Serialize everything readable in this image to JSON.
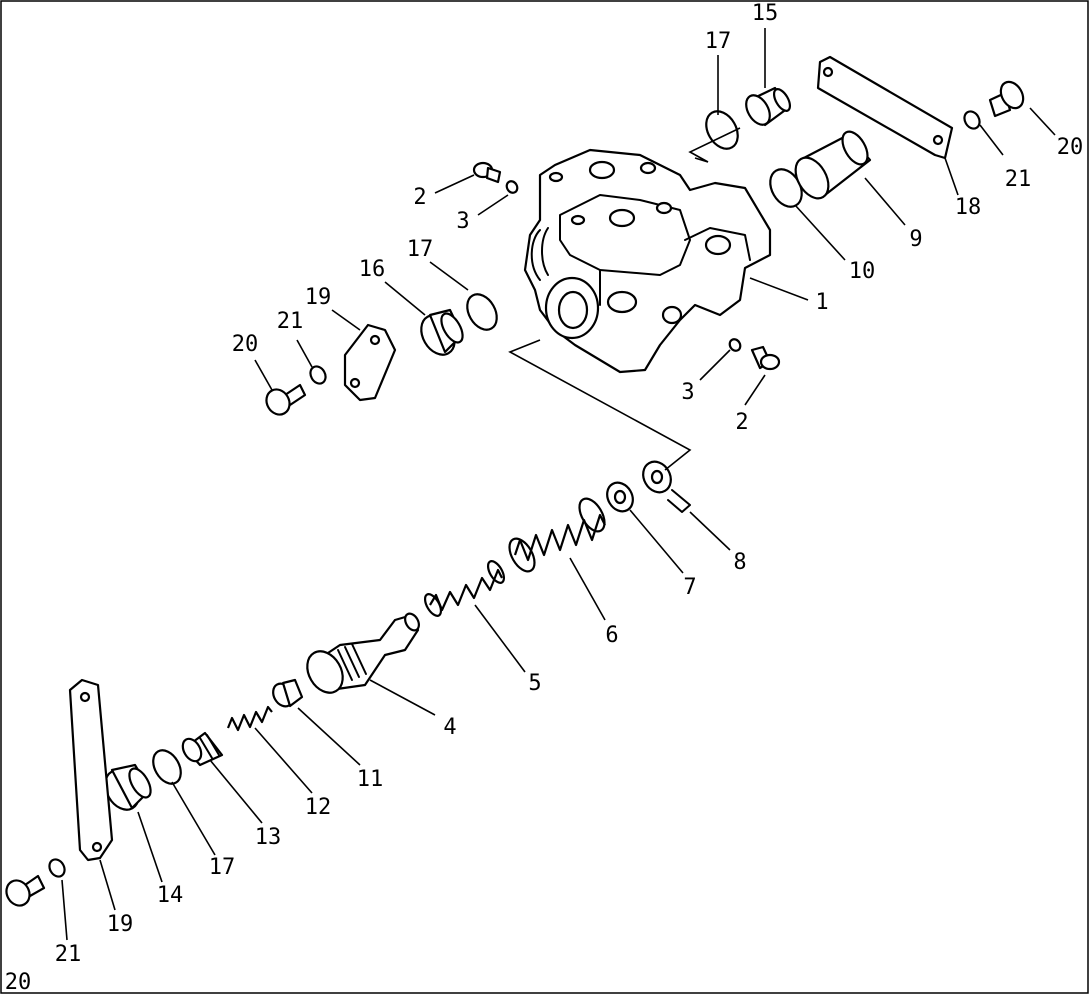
{
  "diagram": {
    "labels": [
      {
        "id": "callout-15a",
        "text": "15"
      },
      {
        "id": "callout-17a",
        "text": "17"
      },
      {
        "id": "callout-20a",
        "text": "20"
      },
      {
        "id": "callout-21a",
        "text": "21"
      },
      {
        "id": "callout-18",
        "text": "18"
      },
      {
        "id": "callout-9",
        "text": "9"
      },
      {
        "id": "callout-10",
        "text": "10"
      },
      {
        "id": "callout-1",
        "text": "1"
      },
      {
        "id": "callout-2a",
        "text": "2"
      },
      {
        "id": "callout-3a",
        "text": "3"
      },
      {
        "id": "callout-17b",
        "text": "17"
      },
      {
        "id": "callout-16",
        "text": "16"
      },
      {
        "id": "callout-19a",
        "text": "19"
      },
      {
        "id": "callout-21b",
        "text": "21"
      },
      {
        "id": "callout-20b",
        "text": "20"
      },
      {
        "id": "callout-3b",
        "text": "3"
      },
      {
        "id": "callout-2b",
        "text": "2"
      },
      {
        "id": "callout-8",
        "text": "8"
      },
      {
        "id": "callout-7",
        "text": "7"
      },
      {
        "id": "callout-6",
        "text": "6"
      },
      {
        "id": "callout-5",
        "text": "5"
      },
      {
        "id": "callout-4",
        "text": "4"
      },
      {
        "id": "callout-11",
        "text": "11"
      },
      {
        "id": "callout-12",
        "text": "12"
      },
      {
        "id": "callout-13",
        "text": "13"
      },
      {
        "id": "callout-17c",
        "text": "17"
      },
      {
        "id": "callout-14",
        "text": "14"
      },
      {
        "id": "callout-19b",
        "text": "19"
      },
      {
        "id": "callout-21c",
        "text": "21"
      },
      {
        "id": "callout-20c",
        "text": "20"
      }
    ]
  }
}
